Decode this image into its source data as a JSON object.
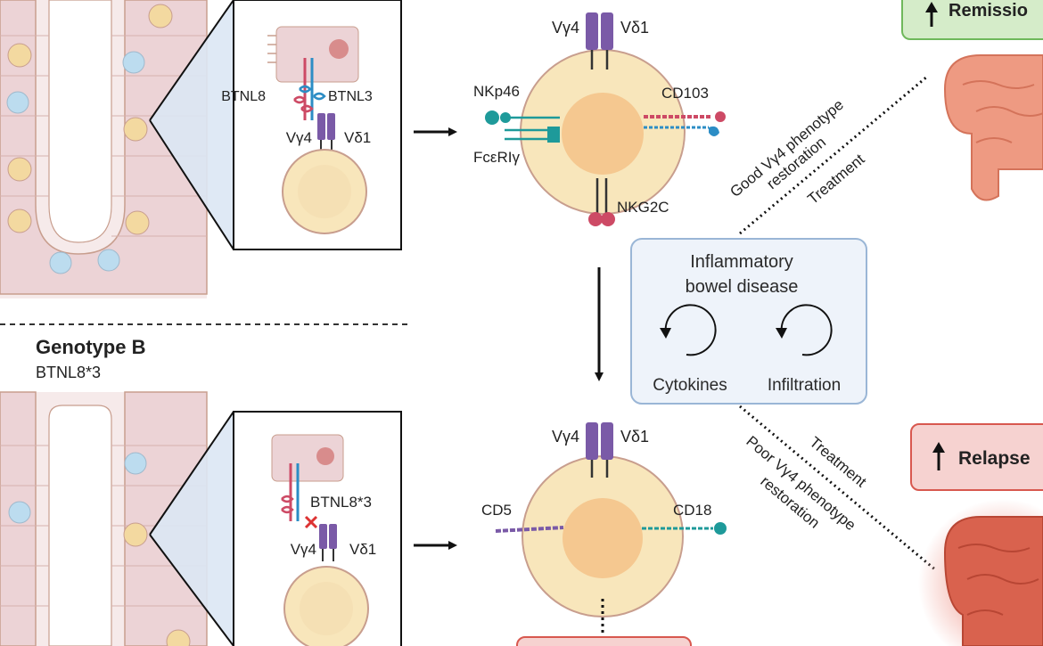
{
  "colors": {
    "tissue": "#ecd3d6",
    "cell": "#f6ecd3",
    "cell_outline": "#c89e8e",
    "yellow_cell": "#f3d9a0",
    "blue_cell": "#bcdcef",
    "tcell_fill": "#f8e6bb",
    "tcell_nucleus": "#f5c890",
    "receptor_purple": "#7a5aa7",
    "teal": "#1e9a9a",
    "blue_ligand": "#2c8dc5",
    "red_ligand": "#cd4a65",
    "ibd_box_fill": "#eef3fa",
    "ibd_box_stroke": "#9ab6d6",
    "remission_fill": "#d5ecc9",
    "remission_stroke": "#6fb85b",
    "relapse_fill": "#f6d2d0",
    "relapse_stroke": "#d8584f"
  },
  "icons": [
    "up-arrow-icon",
    "circular-arrow-icon",
    "cross-icon"
  ],
  "top": {
    "btnl8": "BTNL8",
    "btnl3": "BTNL3",
    "vg4": "Vγ4",
    "vd1": "Vδ1",
    "receptor_vg4": "Vγ4",
    "receptor_vd1": "Vδ1",
    "nkp46": "NKp46",
    "fcer": "FcεRIγ",
    "cd103": "CD103",
    "nkg2c": "NKG2C"
  },
  "genotype_b": {
    "title": "Genotype B",
    "allele": "BTNL8*3",
    "btnl8_3": "BTNL8*3",
    "vg4": "Vγ4",
    "vd1": "Vδ1",
    "receptor_vg4": "Vγ4",
    "receptor_vd1": "Vδ1",
    "cd5": "CD5",
    "cd18": "CD18"
  },
  "ibd": {
    "line1": "Inflammatory",
    "line2": "bowel disease",
    "cytokines": "Cytokines",
    "infiltration": "Infiltration"
  },
  "good_path": {
    "line1": "Good Vγ4 phenotype",
    "line2": "restoration",
    "line3": "Treatment"
  },
  "poor_path": {
    "line1": "Treatment",
    "line2": "Poor Vγ4 phenotype",
    "line3": "restoration"
  },
  "remission": {
    "label": "Remissio"
  },
  "relapse": {
    "label": "Relapse"
  }
}
